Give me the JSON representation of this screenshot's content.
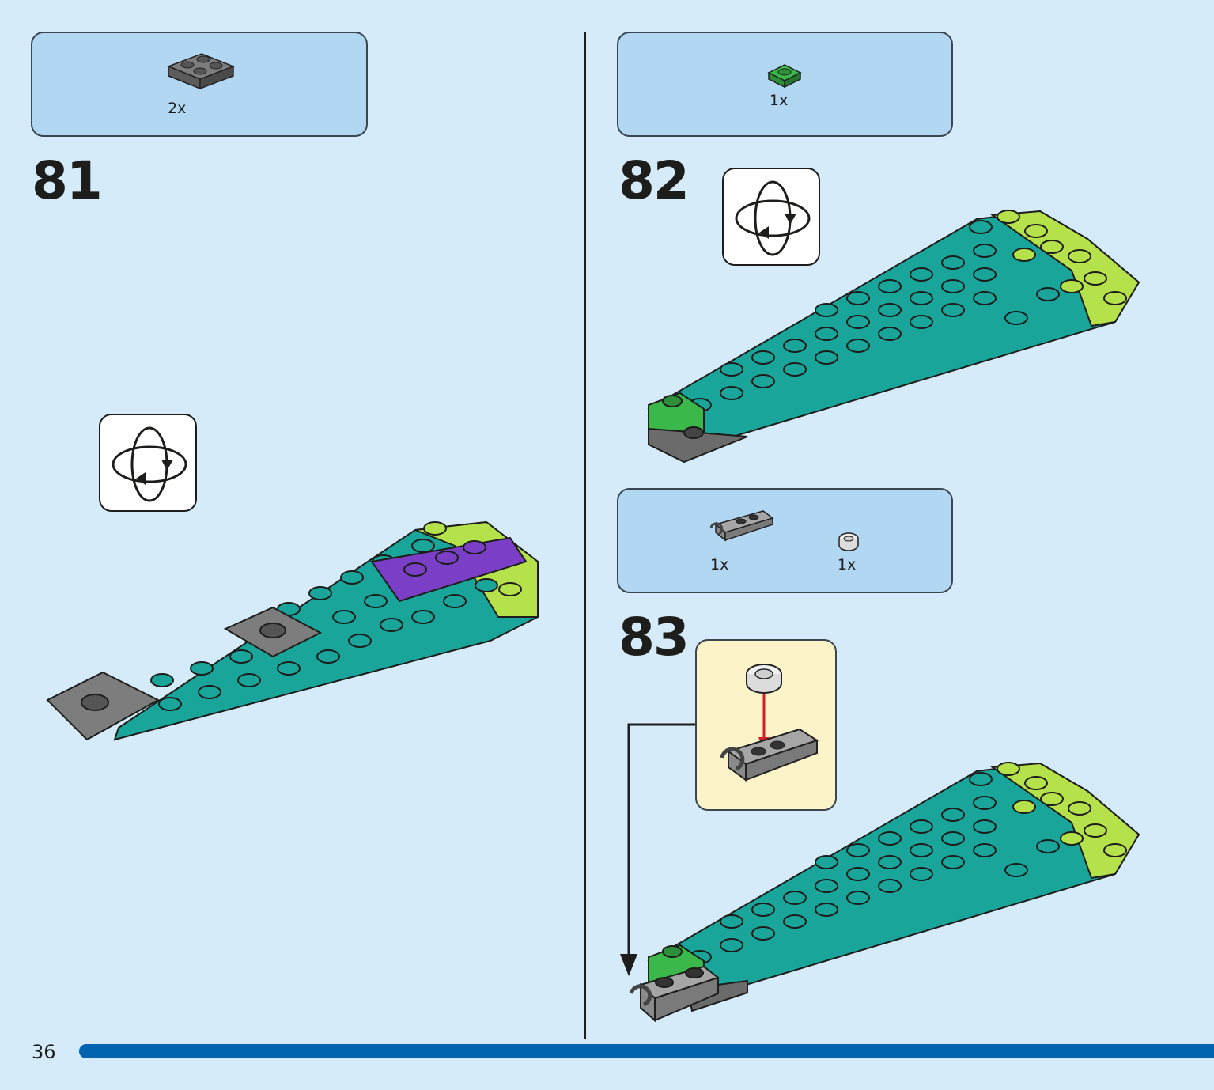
{
  "page": {
    "number": "36",
    "progress_color": "#0063b0",
    "background": "#d5ebfa"
  },
  "steps": [
    {
      "number": "81",
      "parts": [
        {
          "icon": "dark-gray-2x2-plate-icon",
          "qty": "2x"
        }
      ]
    },
    {
      "number": "82",
      "parts": [
        {
          "icon": "green-1x1-plate-icon",
          "qty": "1x"
        }
      ]
    },
    {
      "number": "83",
      "parts": [
        {
          "icon": "clip-plate-icon",
          "qty": "1x"
        },
        {
          "icon": "white-round-stud-icon",
          "qty": "1x"
        }
      ]
    }
  ],
  "colors": {
    "teal": "#1aa59b",
    "lime": "#b5e24a",
    "purple": "#7a3fc6",
    "dark_gray": "#6b6b6b",
    "green": "#3bb84a",
    "light_gray": "#a6a6a6"
  }
}
